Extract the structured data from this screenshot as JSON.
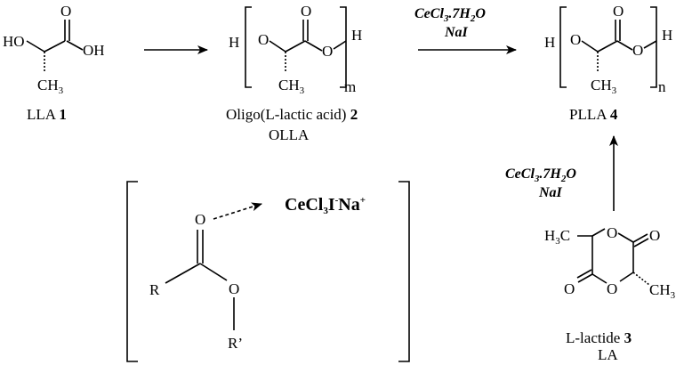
{
  "llA": {
    "ho": "HO",
    "o": "O",
    "oh": "OH",
    "ch3": "CH",
    "ch3_sub": "3",
    "label": "LLA ",
    "number": "1"
  },
  "olla": {
    "h_left": "H",
    "o1": "O",
    "o2": "O",
    "o3": "O",
    "h_right": "H",
    "ch3": "CH",
    "ch3_sub": "3",
    "repeat": "m",
    "label": "Oligo(L-lactic acid) ",
    "number": "2",
    "abbr": "OLLA"
  },
  "conditions_top": {
    "line1": "CeCl",
    "line1_sub": "3",
    "line1_rest": ".7H",
    "line1_sub2": "2",
    "line1_end": "O",
    "line2": "NaI"
  },
  "plla": {
    "h_left": "H",
    "o1": "O",
    "o2": "O",
    "o3": "O",
    "h_right": "H",
    "ch3": "CH",
    "ch3_sub": "3",
    "repeat": "n",
    "label": "PLLA ",
    "number": "4"
  },
  "conditions_side": {
    "line1": "CeCl",
    "line1_sub": "3",
    "line1_rest": ".7H",
    "line1_sub2": "2",
    "line1_end": "O",
    "line2": "NaI"
  },
  "lactide": {
    "h3c": "H",
    "h3c_sub": "3",
    "h3c_c": "C",
    "o_top": "O",
    "o_right": "O",
    "o_left": "O",
    "o_bottom": "O",
    "ch3": "CH",
    "ch3_sub": "3",
    "label": "L-lactide ",
    "number": "3",
    "abbr": "LA"
  },
  "complex": {
    "o_carbonyl": "O",
    "r": "R",
    "o_ester": "O",
    "r_prime": "R’",
    "reagent": "CeCl",
    "reagent_sub": "3",
    "reagent_i": "I",
    "reagent_minus": "-",
    "reagent_na": "Na",
    "reagent_plus": "+"
  }
}
